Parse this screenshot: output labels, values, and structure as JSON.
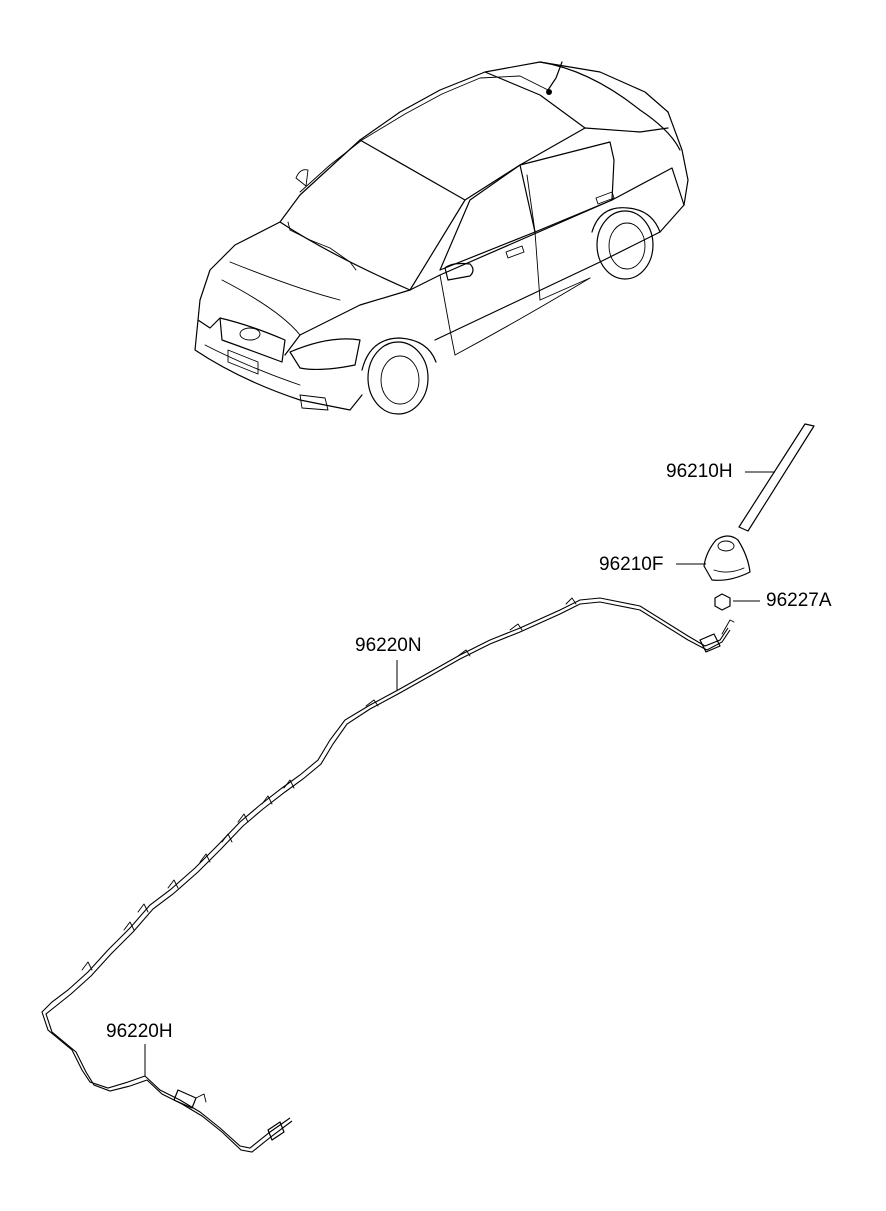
{
  "parts": {
    "mast": {
      "number": "96210H"
    },
    "base": {
      "number": "96210F"
    },
    "nut": {
      "number": "96227A"
    },
    "roof_cable": {
      "number": "96220N"
    },
    "lead_cable": {
      "number": "96220H"
    }
  }
}
